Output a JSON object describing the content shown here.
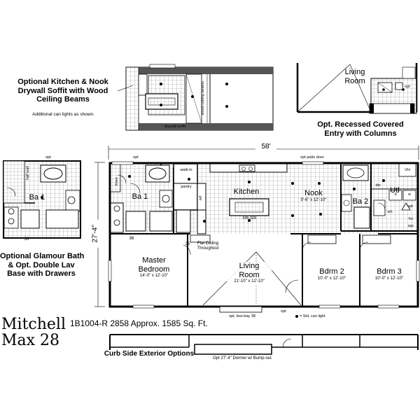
{
  "option_kitchen": {
    "title_lines": [
      "Optional Kitchen & Nook",
      "Drywall Soffit with Wood",
      "Ceiling Beams"
    ],
    "note": "Additional can lights as shown.",
    "soffit_label": "drywall soffit",
    "beams_label": "wood ceiling beams"
  },
  "option_entry": {
    "room_lines": [
      "Living",
      "Room"
    ],
    "title_lines": [
      "Opt. Recessed Covered",
      "Entry with Columns"
    ],
    "opt": "opt"
  },
  "option_bath": {
    "title_lines": [
      "Optional Glamour Bath",
      "& Opt. Double Lav",
      "Base with Drawers"
    ],
    "room": "Ba 1",
    "half_wall": "half wall",
    "opt": "opt",
    "dim": "36"
  },
  "main_plan": {
    "width_dim": "58'",
    "depth_dim": "27'-4\"",
    "opt_patio_door": "opt patio door",
    "opt_top": "opt",
    "linen": "linen",
    "walk_in": "walk-in",
    "pantry": "pantry",
    "ref": "ref",
    "island_code": "XIB-328",
    "flat_ceiling": [
      "Flat Ceiling",
      "Throughout"
    ],
    "dim_36": "36",
    "opt_box_bay": "opt. box-bay 38",
    "std_can_light": "= Std. can light",
    "opt": "opt",
    "dw": "dw",
    "wh": "wh",
    "ut_small": [
      "d",
      "w"
    ],
    "frz": "frz",
    "spc": "spc",
    "vh": "VH",
    "rooms": {
      "ba1": {
        "name": "Ba 1"
      },
      "kitchen": {
        "name": "Kitchen"
      },
      "nook": {
        "name": "Nook",
        "size": "9'-6\" x 12'-10\""
      },
      "ba2": {
        "name": "Ba 2"
      },
      "utl": {
        "name": "Utl"
      },
      "master": {
        "name_lines": [
          "Master",
          "Bedroom"
        ],
        "size": "14'-0\" x 12'-10\""
      },
      "living": {
        "name_lines": [
          "Living",
          "Room"
        ],
        "size": "21'-10\" x 12'-10\""
      },
      "bdrm2": {
        "name": "Bdrm 2",
        "size": "10'-0\" x 12'-10\""
      },
      "bdrm3": {
        "name": "Bdrm 3",
        "size": "10'-0\" x 12'-10\""
      }
    }
  },
  "footer": {
    "model_lines": [
      "Mitchell",
      "Max 28"
    ],
    "spec": "1B1004-R 2858  Approx. 1585 Sq. Ft.",
    "curb_side": "Curb Side Exterior Options",
    "dormer": "Opt 27'-4\" Dormer w/ Bump-out"
  }
}
